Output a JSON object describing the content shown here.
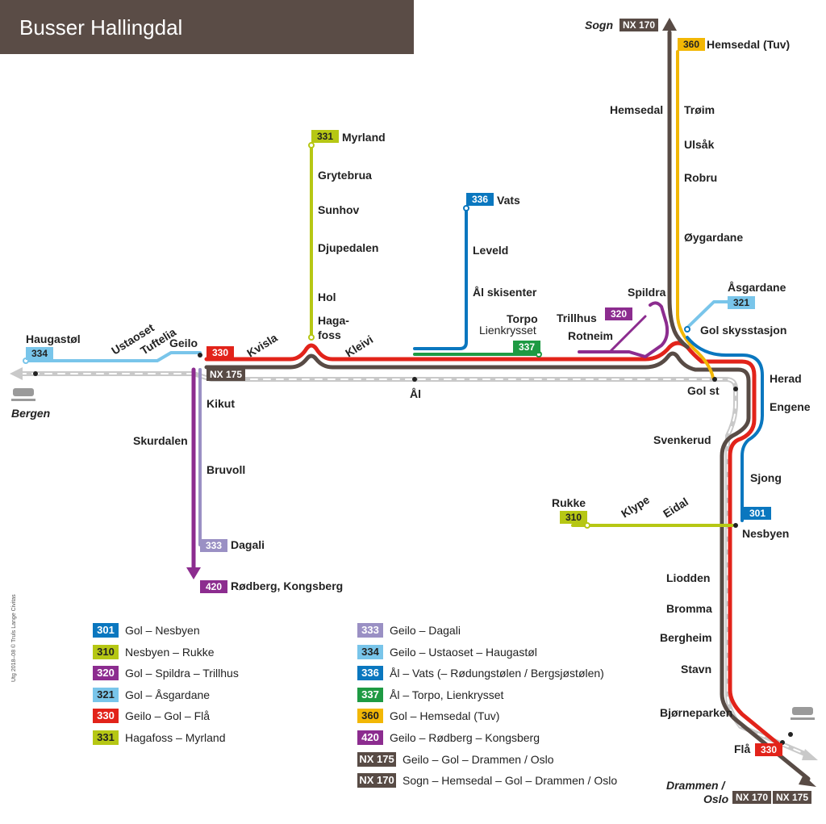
{
  "title": "Busser Hallingdal",
  "credit": "Utg 2018–08 © Truls Lange Civitas",
  "colors": {
    "r301": "#0a77bf",
    "r310": "#b6c714",
    "r320": "#8c2c8f",
    "r321": "#79c5ea",
    "r330": "#e2231a",
    "r331": "#b6c714",
    "r333": "#9a90c4",
    "r334": "#79c5ea",
    "r336": "#0a77bf",
    "r337": "#1e9a43",
    "r360": "#f2b705",
    "r420": "#8c2c8f",
    "nx": "#584b45",
    "rail": "#cfcfcf",
    "header": "#5a4c46"
  },
  "map": {
    "stops": {
      "haugastol": "Haugastøl",
      "ustaoset": "Ustaoset",
      "tuftelia": "Tuftelia",
      "geilo": "Geilo",
      "kvisla": "Kvisla",
      "kleivi": "Kleivi",
      "hagafoss_1": "Haga-",
      "hagafoss_2": "foss",
      "hol": "Hol",
      "djupedalen": "Djupedalen",
      "sunhov": "Sunhov",
      "grytebrua": "Grytebrua",
      "myrland": "Myrland",
      "vats": "Vats",
      "leveld": "Leveld",
      "al_skisenter": "Ål skisenter",
      "torpo": "Torpo",
      "lienkrysset": "Lienkrysset",
      "al": "Ål",
      "trillhus": "Trillhus",
      "rotneim": "Rotneim",
      "spildra": "Spildra",
      "asgardane": "Åsgardane",
      "gol_skysstasjon": "Gol skysstasjon",
      "gol_st": "Gol st",
      "hemsedal": "Hemsedal",
      "troim": "Trøim",
      "ulsak": "Ulsåk",
      "robru": "Robru",
      "oygardane": "Øygardane",
      "hemsedal_tuv": "Hemsedal (Tuv)",
      "sogn": "Sogn",
      "herad": "Herad",
      "engene": "Engene",
      "svenkerud": "Svenkerud",
      "sjong": "Sjong",
      "nesbyen": "Nesbyen",
      "rukke": "Rukke",
      "klype": "Klype",
      "eidal": "Eidal",
      "liodden": "Liodden",
      "bromma": "Bromma",
      "bergheim": "Bergheim",
      "stavn": "Stavn",
      "bjorneparken": "Bjørneparken",
      "fla": "Flå",
      "drammen_oslo_1": "Drammen /",
      "drammen_oslo_2": "Oslo",
      "bergen": "Bergen",
      "kikut": "Kikut",
      "skurdalen": "Skurdalen",
      "bruvoll": "Bruvoll",
      "dagali": "Dagali",
      "rodberg_kongsberg": "Rødberg, Kongsberg"
    },
    "badges": {
      "b334": "334",
      "b330": "330",
      "b331": "331",
      "b336": "336",
      "b337": "337",
      "b320": "320",
      "b321": "321",
      "b360": "360",
      "b301": "301",
      "b310": "310",
      "b333": "333",
      "b420": "420",
      "b330_fla": "330",
      "nx175": "NX 175",
      "nx170_sogn": "NX 170",
      "nx170_bottom": "NX 170",
      "nx175_bottom": "NX 175"
    }
  },
  "legend": [
    {
      "code": "301",
      "color": "#0a77bf",
      "text": "Gol – Nesbyen"
    },
    {
      "code": "310",
      "color": "#b6c714",
      "text": "Nesbyen – Rukke"
    },
    {
      "code": "320",
      "color": "#8c2c8f",
      "text": "Gol – Spildra – Trillhus"
    },
    {
      "code": "321",
      "color": "#79c5ea",
      "text": "Gol – Åsgardane"
    },
    {
      "code": "330",
      "color": "#e2231a",
      "text": "Geilo – Gol – Flå"
    },
    {
      "code": "331",
      "color": "#b6c714",
      "text": "Hagafoss – Myrland"
    },
    {
      "code": "333",
      "color": "#9a90c4",
      "text": "Geilo – Dagali"
    },
    {
      "code": "334",
      "color": "#79c5ea",
      "text": "Geilo – Ustaoset – Haugastøl"
    },
    {
      "code": "336",
      "color": "#0a77bf",
      "text": "Ål – Vats (– Rødungstølen / Bergsjøstølen)"
    },
    {
      "code": "337",
      "color": "#1e9a43",
      "text": "Ål – Torpo, Lienkrysset"
    },
    {
      "code": "360",
      "color": "#f2b705",
      "text": "Gol – Hemsedal (Tuv)"
    },
    {
      "code": "420",
      "color": "#8c2c8f",
      "text": "Geilo – Rødberg – Kongsberg"
    },
    {
      "code": "NX 175",
      "color": "#584b45",
      "text": "Geilo – Gol – Drammen / Oslo"
    },
    {
      "code": "NX 170",
      "color": "#584b45",
      "text": "Sogn – Hemsedal – Gol – Drammen / Oslo"
    }
  ]
}
